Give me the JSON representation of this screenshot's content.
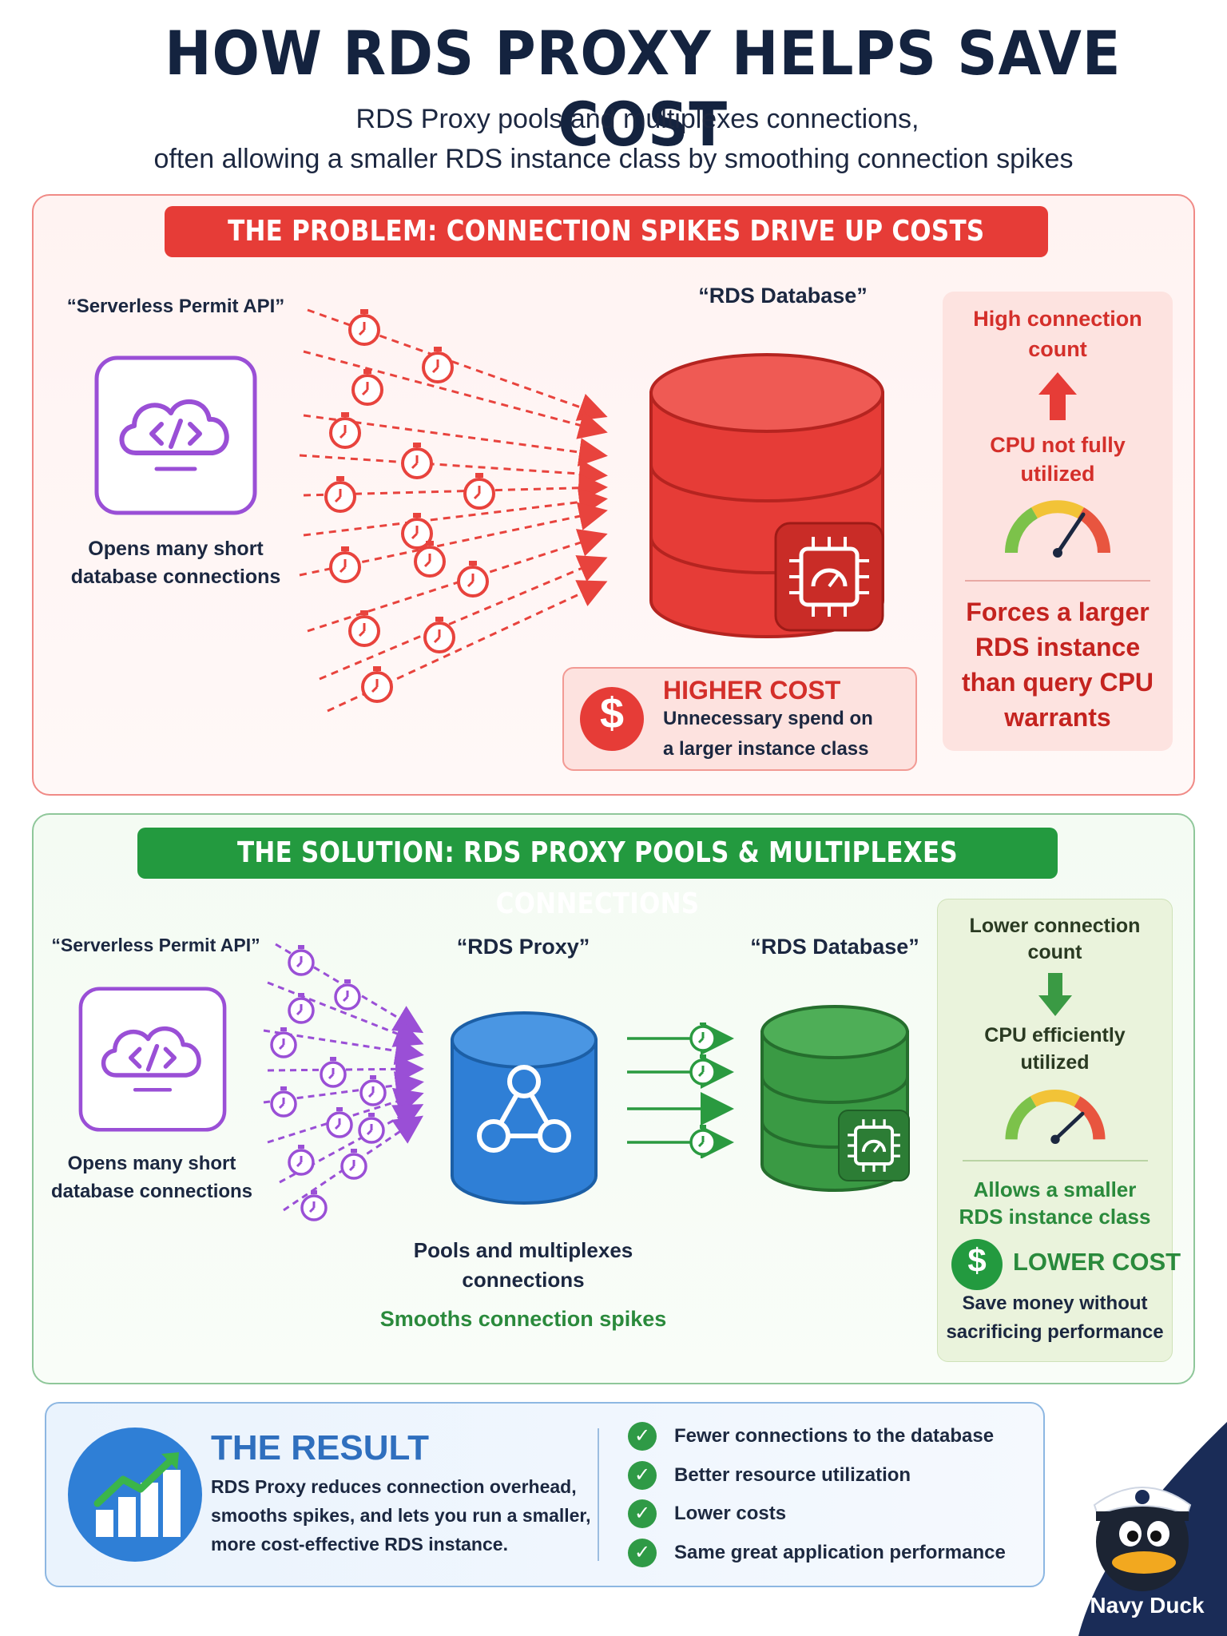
{
  "header": {
    "title": "HOW RDS PROXY HELPS SAVE COST",
    "subtitle_line1": "RDS Proxy pools and multiplexes connections,",
    "subtitle_line2": "often allowing a smaller RDS instance class by smoothing connection spikes"
  },
  "problem": {
    "banner": "THE PROBLEM: CONNECTION SPIKES DRIVE UP COSTS",
    "api_label": "“Serverless Permit API”",
    "api_caption_l1": "Opens many short",
    "api_caption_l2": "database connections",
    "db_label": "“RDS Database”",
    "cost_title": "HIGHER COST",
    "cost_l1": "Unnecessary spend on",
    "cost_l2": "a larger instance class",
    "side": {
      "metric_l1": "High connection",
      "metric_l2": "count",
      "cpu_l1": "CPU not fully",
      "cpu_l2": "utilized",
      "effect_l1": "Forces a larger",
      "effect_l2": "RDS instance",
      "effect_l3": "than query CPU",
      "effect_l4": "warrants"
    },
    "dollar": "$"
  },
  "solution": {
    "banner": "THE SOLUTION: RDS PROXY POOLS & MULTIPLEXES CONNECTIONS",
    "api_label": "“Serverless Permit API”",
    "api_caption_l1": "Opens many short",
    "api_caption_l2": "database connections",
    "proxy_label": "“RDS Proxy”",
    "proxy_caption_l1": "Pools and multiplexes",
    "proxy_caption_l2": "connections",
    "proxy_note": "Smooths connection spikes",
    "db_label": "“RDS Database”",
    "side": {
      "metric_l1": "Lower connection",
      "metric_l2": "count",
      "cpu_l1": "CPU efficiently",
      "cpu_l2": "utilized",
      "effect_l1": "Allows a smaller",
      "effect_l2": "RDS instance class",
      "cost_title": "LOWER COST",
      "cost_l1": "Save money without",
      "cost_l2": "sacrificing performance"
    },
    "dollar": "$"
  },
  "result": {
    "title": "THE RESULT",
    "desc_l1": "RDS Proxy reduces connection overhead,",
    "desc_l2": "smooths spikes, and lets you run a smaller,",
    "desc_l3": "more cost-effective RDS instance.",
    "checks": [
      "Fewer connections to the database",
      "Better resource utilization",
      "Lower costs",
      "Same great application performance"
    ],
    "check_glyph": "✓"
  },
  "brand": {
    "name": "Navy Duck"
  },
  "colors": {
    "red": "#e63c37",
    "green": "#239a3f",
    "blue": "#2f7fd6",
    "purple": "#9a4fd6",
    "navy": "#14233f"
  },
  "icons": [
    "cloud-code-icon",
    "stopwatch-icon",
    "database-icon",
    "cpu-gauge-icon",
    "dollar-icon",
    "arrow-up-icon",
    "arrow-down-icon",
    "gauge-icon",
    "network-icon",
    "growth-chart-icon",
    "check-icon",
    "duck-mascot-icon"
  ]
}
